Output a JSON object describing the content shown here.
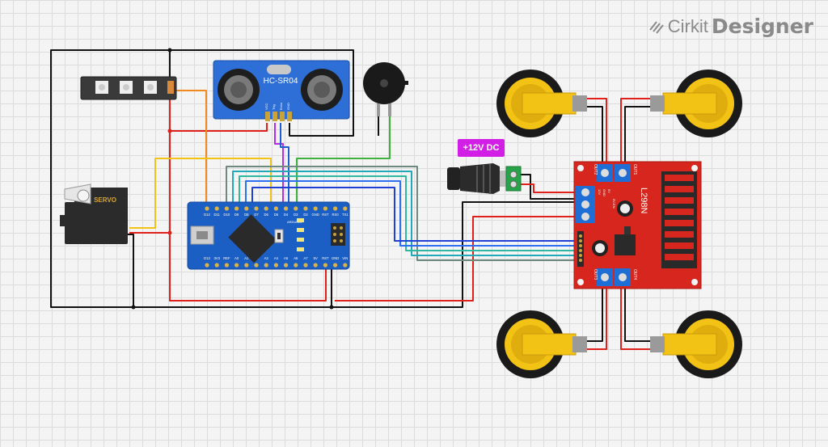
{
  "brand": {
    "prefix": "Cirkit",
    "name": "Designer"
  },
  "power": {
    "label": "+12V DC"
  },
  "ultrasonic": {
    "label": "HC-SR04",
    "pins": [
      "VCC",
      "Trig",
      "Echo",
      "GND"
    ]
  },
  "servo": {
    "label": "SERVO"
  },
  "driver": {
    "label": "L298N",
    "out2": "OUT2",
    "out1": "OUT1",
    "out3": "OUT3",
    "out4": "OUT4",
    "p12v": "12V",
    "pgnd": "GND",
    "p5v": "5V",
    "p5ven": "5V-EN"
  },
  "nano": {
    "top_pins": [
      "D12",
      "D11",
      "D10",
      "D9",
      "D8",
      "D7",
      "D6",
      "D5",
      "D4",
      "D3",
      "D2",
      "GND",
      "RST",
      "RX0",
      "TX1"
    ],
    "bottom_pins": [
      "D13",
      "3V3",
      "REF",
      "A0",
      "A1",
      "A2",
      "A3",
      "A4",
      "A5",
      "A6",
      "A7",
      "5V",
      "RST",
      "GND",
      "VIN"
    ],
    "board_text": "ARDUINO"
  },
  "colors": {
    "wire_red": "#e0201b",
    "wire_black": "#111111",
    "wire_orange": "#f08a1c",
    "wire_yellow": "#f2c315",
    "wire_green": "#3db23d",
    "wire_blue": "#1f3fd6",
    "wire_purple": "#b530e0",
    "wire_teal": "#22a8b8",
    "wire_gray": "#6e8a7e"
  }
}
